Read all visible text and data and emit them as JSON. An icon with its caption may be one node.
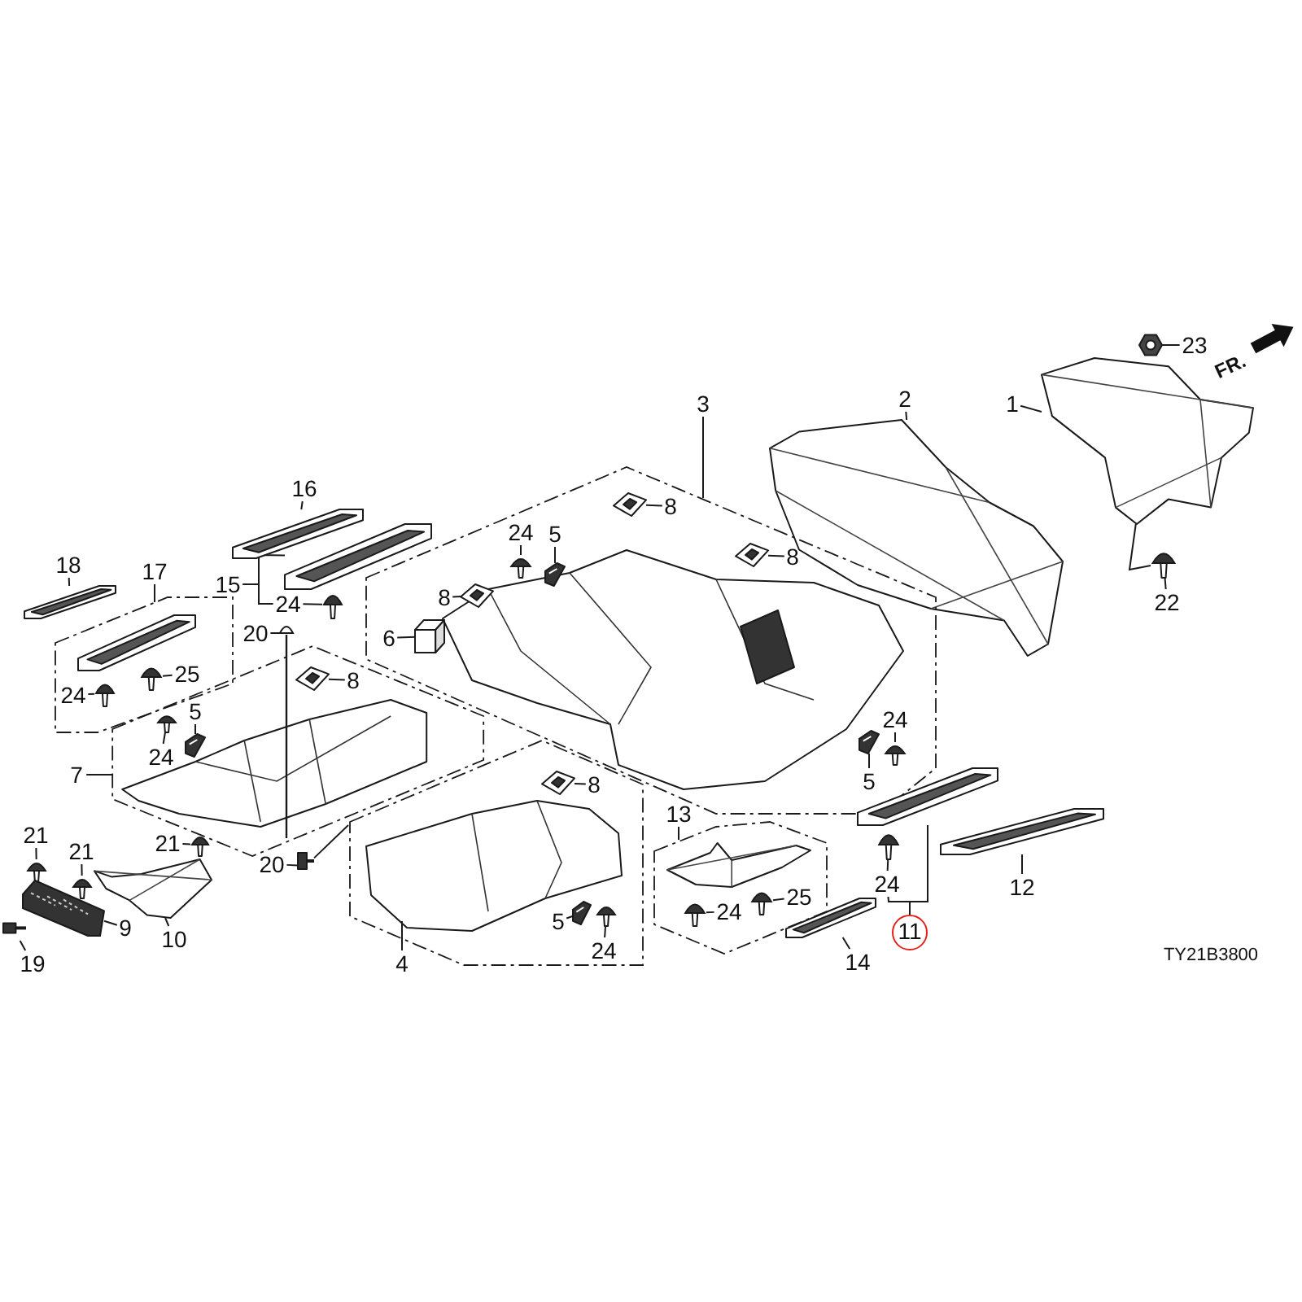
{
  "diagram": {
    "nodes": [
      {
        "text": [
          "1"
        ]
      },
      {
        "text": [],
        "shape": "picture"
      },
      {
        "text": [
          "2"
        ]
      },
      {
        "text": [],
        "shape": "picture"
      },
      {
        "text": [
          "23"
        ]
      },
      {
        "text": [],
        "shape": "picture"
      },
      {
        "text": [
          "22"
        ]
      },
      {
        "text": [],
        "shape": "picture"
      },
      {
        "text": [
          "3"
        ]
      },
      {
        "text": [
          "24"
        ],
        "in": 8
      },
      {
        "text": [],
        "shape": "picture",
        "in": 8
      },
      {
        "text": [
          "5"
        ],
        "in": 8
      },
      {
        "text": [],
        "shape": "picture",
        "in": 8
      },
      {
        "text": [
          "8"
        ],
        "in": 8
      },
      {
        "text": [],
        "shape": "picture",
        "in": 8
      },
      {
        "text": [
          "8"
        ],
        "in": 8
      },
      {
        "text": [],
        "shape": "picture",
        "in": 8
      },
      {
        "text": [
          "8"
        ],
        "in": 8
      },
      {
        "text": [],
        "shape": "picture",
        "in": 8
      },
      {
        "text": [
          "6"
        ],
        "in": 8
      },
      {
        "text": [],
        "shape": "picture",
        "in": 8
      },
      {
        "text": [
          "24"
        ],
        "in": 8
      },
      {
        "text": [],
        "shape": "picture",
        "in": 8
      },
      {
        "text": [
          "5"
        ],
        "in": 8
      },
      {
        "text": [],
        "shape": "picture",
        "in": 8
      },
      {
        "text": [
          "7"
        ]
      },
      {
        "text": [
          "24"
        ],
        "in": 25
      },
      {
        "text": [],
        "shape": "picture",
        "in": 25
      },
      {
        "text": [
          "5"
        ],
        "in": 25
      },
      {
        "text": [],
        "shape": "picture",
        "in": 25
      },
      {
        "text": [
          "8"
        ],
        "in": 25
      },
      {
        "text": [],
        "shape": "picture",
        "in": 25
      },
      {
        "text": [
          "20"
        ]
      },
      {
        "text": [],
        "shape": "picture"
      },
      {
        "text": [
          "17"
        ]
      },
      {
        "text": [],
        "shape": "picture",
        "in": 34
      },
      {
        "text": [
          "24"
        ],
        "in": 34
      },
      {
        "text": [],
        "shape": "picture",
        "in": 34
      },
      {
        "text": [
          "25"
        ],
        "in": 34
      },
      {
        "text": [],
        "shape": "picture",
        "in": 34
      },
      {
        "text": [
          "18"
        ]
      },
      {
        "text": [],
        "shape": "picture"
      },
      {
        "text": [
          "16"
        ]
      },
      {
        "text": [],
        "shape": "picture"
      },
      {
        "text": [
          "15"
        ]
      },
      {
        "text": [],
        "shape": "picture"
      },
      {
        "text": [
          "24"
        ]
      },
      {
        "text": [],
        "shape": "picture"
      },
      {
        "text": [
          "21"
        ]
      },
      {
        "text": [],
        "shape": "picture"
      },
      {
        "text": [
          "21"
        ]
      },
      {
        "text": [],
        "shape": "picture"
      },
      {
        "text": [
          "9"
        ]
      },
      {
        "text": [],
        "shape": "picture"
      },
      {
        "text": [
          "19"
        ]
      },
      {
        "text": [],
        "shape": "picture"
      },
      {
        "text": [
          "21"
        ]
      },
      {
        "text": [],
        "shape": "picture"
      },
      {
        "text": [
          "10"
        ]
      },
      {
        "text": [],
        "shape": "picture"
      },
      {
        "text": [
          "20"
        ]
      },
      {
        "text": [],
        "shape": "picture"
      },
      {
        "text": [
          "4"
        ]
      },
      {
        "text": [
          "8"
        ],
        "in": 62
      },
      {
        "text": [],
        "shape": "picture",
        "in": 62
      },
      {
        "text": [
          "5"
        ],
        "in": 62
      },
      {
        "text": [],
        "shape": "picture",
        "in": 62
      },
      {
        "text": [
          "24"
        ],
        "in": 62
      },
      {
        "text": [],
        "shape": "picture",
        "in": 62
      },
      {
        "text": [
          "13"
        ]
      },
      {
        "text": [],
        "shape": "picture",
        "in": 69
      },
      {
        "text": [
          "24"
        ],
        "in": 69
      },
      {
        "text": [],
        "shape": "picture",
        "in": 69
      },
      {
        "text": [
          "25"
        ],
        "in": 69
      },
      {
        "text": [],
        "shape": "picture",
        "in": 69
      },
      {
        "text": [
          "14"
        ]
      },
      {
        "text": [],
        "shape": "picture"
      },
      {
        "text": [
          "11"
        ]
      },
      {
        "text": [],
        "shape": "picture"
      },
      {
        "text": [
          "24"
        ]
      },
      {
        "text": [],
        "shape": "picture"
      },
      {
        "text": [
          "12"
        ]
      },
      {
        "text": [],
        "shape": "picture"
      }
    ],
    "edges": [
      {
        "from": 0,
        "to": 1,
        "arrow": "none"
      },
      {
        "from": 2,
        "to": 3,
        "arrow": "none"
      },
      {
        "from": 4,
        "to": 5,
        "arrow": "none"
      },
      {
        "from": 6,
        "to": 7,
        "arrow": "none"
      },
      {
        "from": 1,
        "to": 7,
        "arrow": "none"
      },
      {
        "from": 9,
        "to": 10,
        "arrow": "none"
      },
      {
        "from": 11,
        "to": 12,
        "arrow": "none"
      },
      {
        "from": 13,
        "to": 14,
        "arrow": "none"
      },
      {
        "from": 15,
        "to": 16,
        "arrow": "none"
      },
      {
        "from": 17,
        "to": 18,
        "arrow": "none"
      },
      {
        "from": 19,
        "to": 20,
        "arrow": "none"
      },
      {
        "from": 21,
        "to": 22,
        "arrow": "none"
      },
      {
        "from": 23,
        "to": 24,
        "arrow": "none"
      },
      {
        "from": 26,
        "to": 27,
        "arrow": "none"
      },
      {
        "from": 28,
        "to": 29,
        "arrow": "none"
      },
      {
        "from": 30,
        "to": 31,
        "arrow": "none"
      },
      {
        "from": 32,
        "to": 33,
        "arrow": "none"
      },
      {
        "from": 36,
        "to": 37,
        "arrow": "none"
      },
      {
        "from": 38,
        "to": 39,
        "arrow": "none"
      },
      {
        "from": 40,
        "to": 41,
        "arrow": "none"
      },
      {
        "from": 42,
        "to": 43,
        "arrow": "none"
      },
      {
        "from": 44,
        "to": 45,
        "arrow": "none"
      },
      {
        "from": 44,
        "to": 46,
        "arrow": "none"
      },
      {
        "from": 46,
        "to": 47,
        "arrow": "none"
      },
      {
        "from": 48,
        "to": 49,
        "arrow": "none"
      },
      {
        "from": 50,
        "to": 51,
        "arrow": "none"
      },
      {
        "from": 52,
        "to": 53,
        "arrow": "none"
      },
      {
        "from": 54,
        "to": 55,
        "arrow": "none"
      },
      {
        "from": 56,
        "to": 57,
        "arrow": "none"
      },
      {
        "from": 58,
        "to": 59,
        "arrow": "none"
      },
      {
        "from": 60,
        "to": 61,
        "arrow": "none"
      },
      {
        "from": 61,
        "to": 62,
        "arrow": "none"
      },
      {
        "from": 63,
        "to": 64,
        "arrow": "none"
      },
      {
        "from": 65,
        "to": 66,
        "arrow": "none"
      },
      {
        "from": 67,
        "to": 68,
        "arrow": "none"
      },
      {
        "from": 71,
        "to": 72,
        "arrow": "none"
      },
      {
        "from": 73,
        "to": 74,
        "arrow": "none"
      },
      {
        "from": 75,
        "to": 76,
        "arrow": "none"
      },
      {
        "from": 77,
        "to": 79,
        "arrow": "none"
      },
      {
        "from": 77,
        "to": 78,
        "arrow": "none"
      },
      {
        "from": 79,
        "to": 80,
        "arrow": "none"
      },
      {
        "from": 81,
        "to": 82,
        "arrow": "none"
      }
    ],
    "labels": [
      "FR.",
      "TY21B3800"
    ]
  }
}
